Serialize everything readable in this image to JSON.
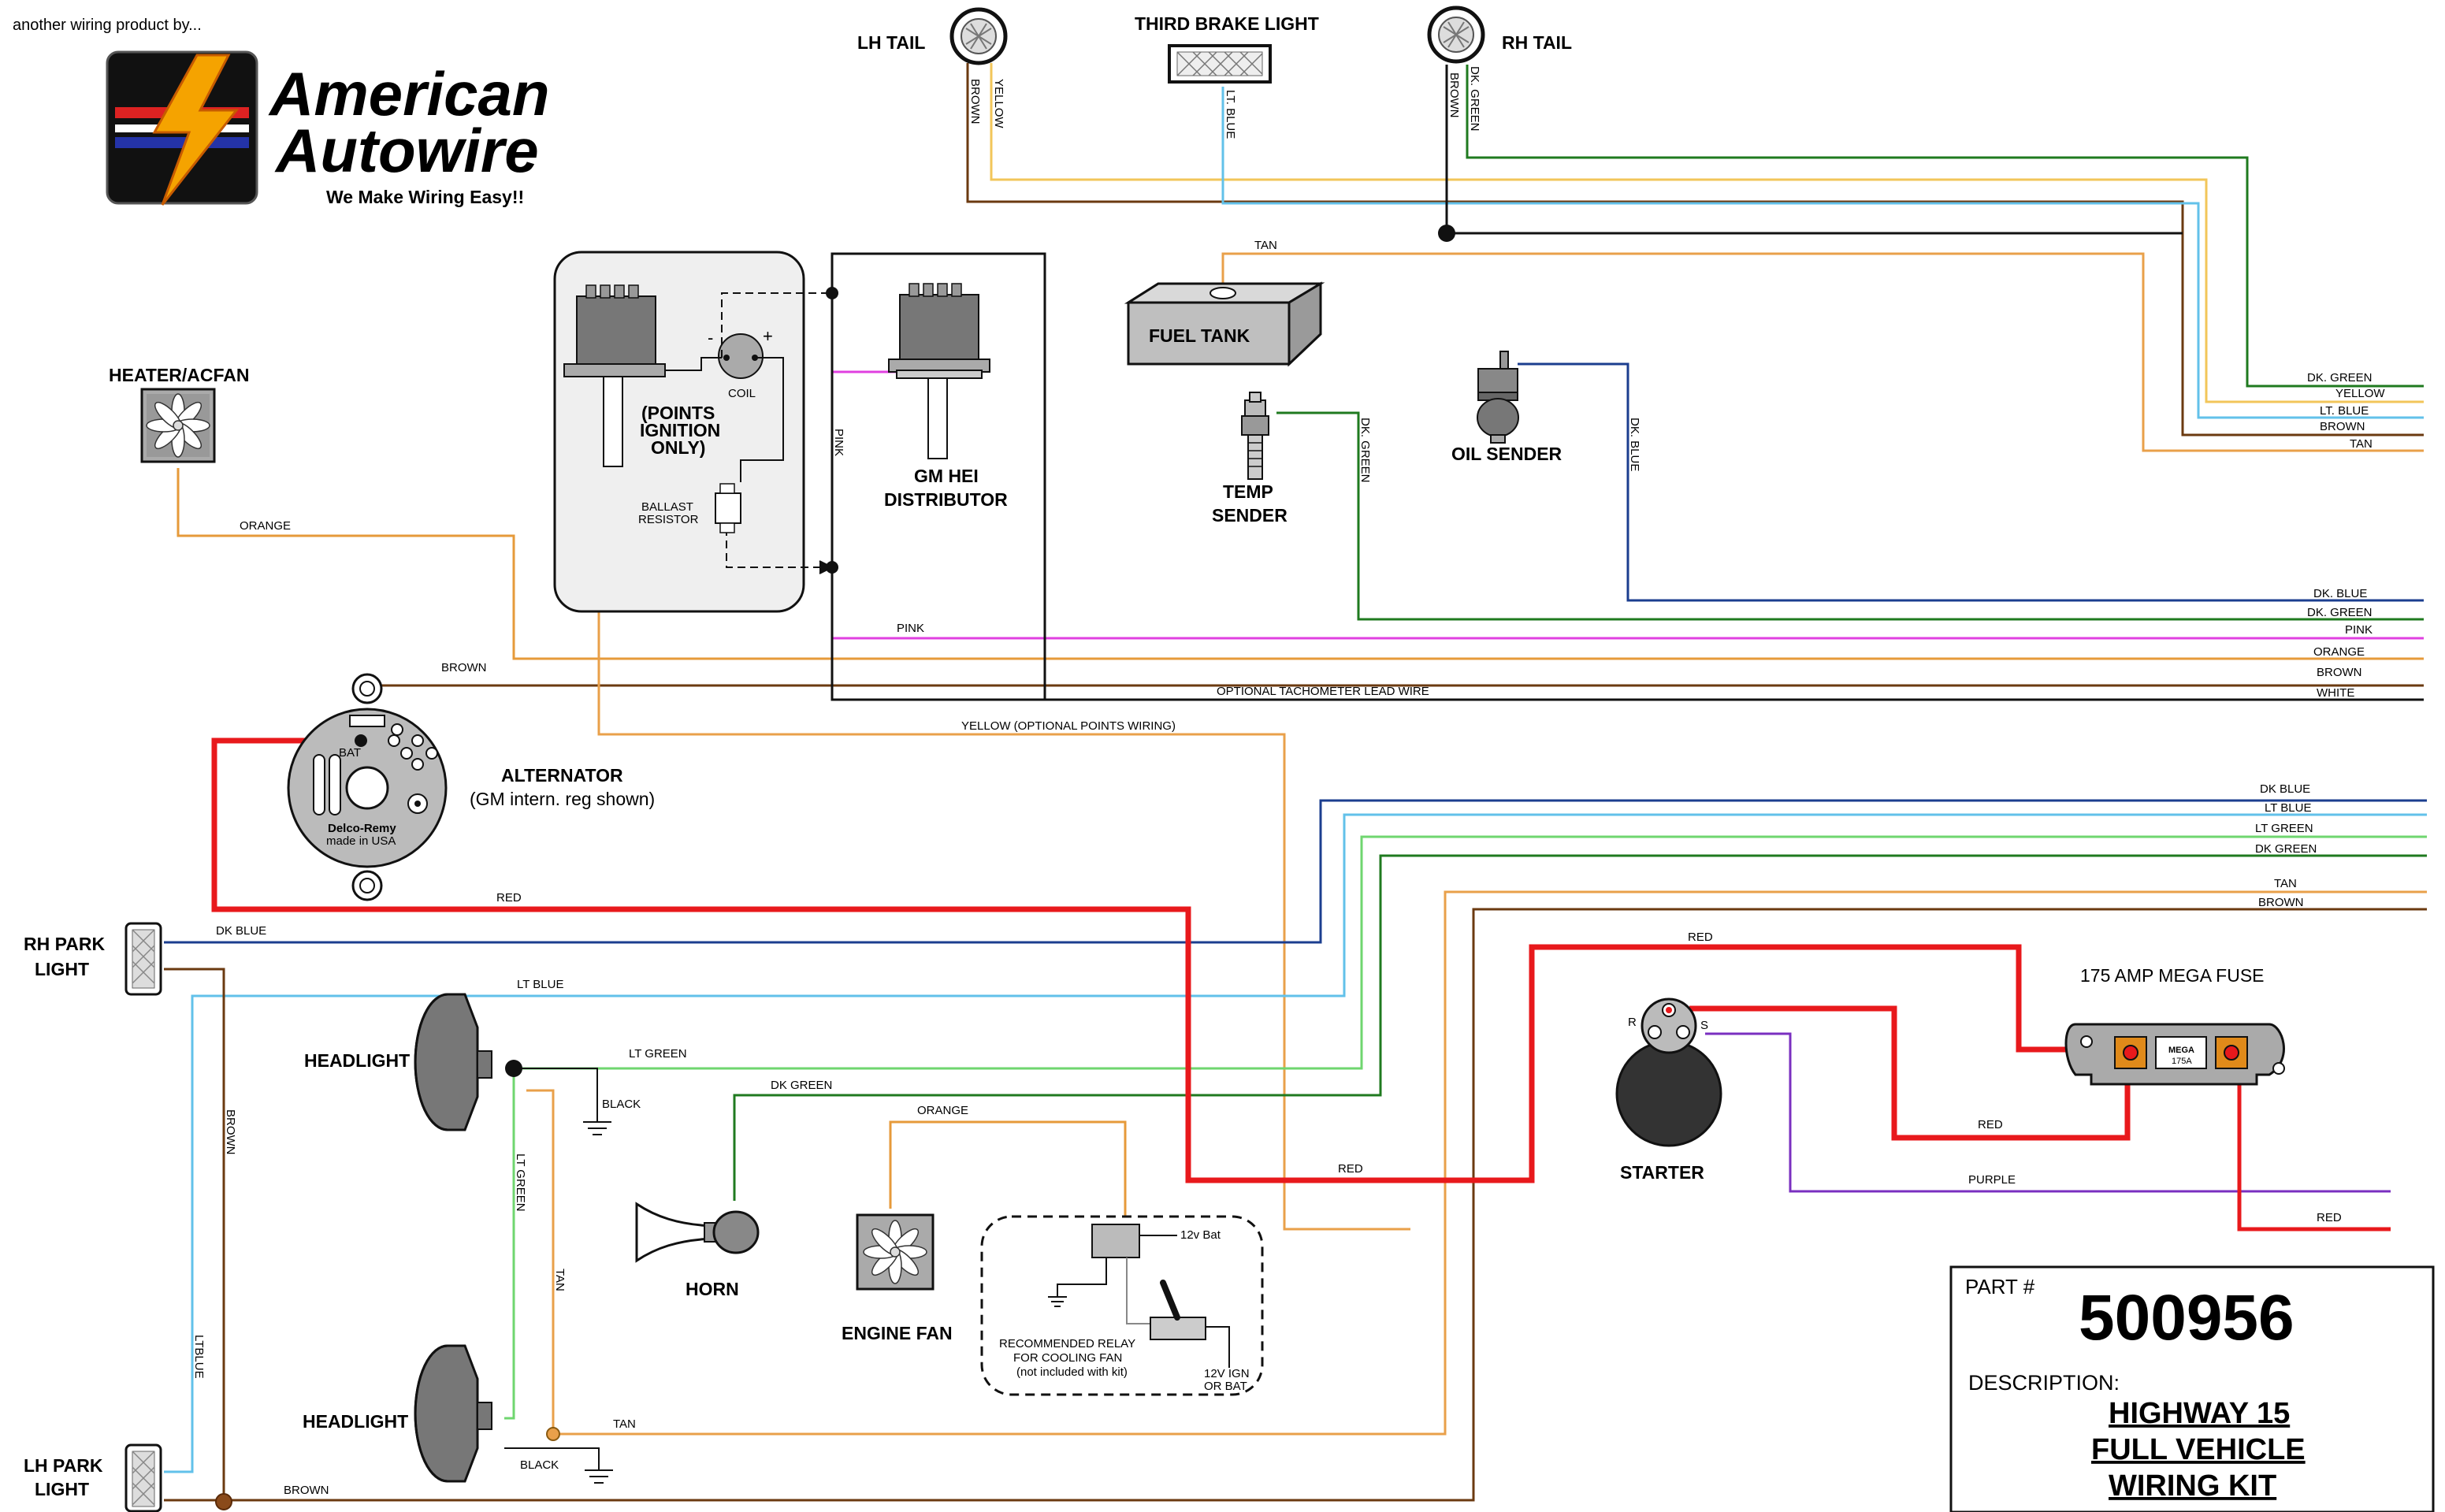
{
  "header": {
    "tagline": "another wiring product by...",
    "brand_line1": "American",
    "brand_line2": "Autowire",
    "slogan": "We Make Wiring Easy!!"
  },
  "components": {
    "lh_tail": "LH TAIL",
    "third_brake": "THIRD BRAKE LIGHT",
    "rh_tail": "RH TAIL",
    "fuel_tank": "FUEL TANK",
    "temp_sender_1": "TEMP",
    "temp_sender_2": "SENDER",
    "oil_sender": "OIL SENDER",
    "heater_fan": "HEATER/ACFAN",
    "coil": "COIL",
    "points_1": "(POINTS",
    "points_2": "IGNITION",
    "points_3": "ONLY)",
    "ballast_1": "BALLAST",
    "ballast_2": "RESISTOR",
    "distributor_1": "GM HEI",
    "distributor_2": "DISTRIBUTOR",
    "alternator": "ALTERNATOR",
    "alternator_note": "(GM intern. reg shown)",
    "alt_bat": "BAT",
    "alt_brand": "Delco-Remy",
    "alt_made": "made in USA",
    "rh_park_1": "RH PARK",
    "rh_park_2": "LIGHT",
    "lh_park_1": "LH PARK",
    "lh_park_2": "LIGHT",
    "headlight": "HEADLIGHT",
    "horn": "HORN",
    "engine_fan": "ENGINE FAN",
    "starter": "STARTER",
    "starter_r": "R",
    "starter_s": "S",
    "mega_fuse": "175 AMP MEGA FUSE",
    "fuse_label_1": "MEGA",
    "fuse_label_2": "175A",
    "relay_note_1": "RECOMMENDED RELAY",
    "relay_note_2": "FOR COOLING FAN",
    "relay_note_3": "(not included with kit)",
    "relay_12v_bat": "12v Bat",
    "relay_12v_ign_1": "12V IGN",
    "relay_12v_ign_2": "OR BAT"
  },
  "wire_labels": {
    "brown": "BROWN",
    "yellow": "YELLOW",
    "lt_blue_dot": "LT. BLUE",
    "dk_green_dot": "DK. GREEN",
    "dk_blue_dot": "DK. BLUE",
    "tan": "TAN",
    "pink": "PINK",
    "orange": "ORANGE",
    "white": "WHITE",
    "tach": "OPTIONAL TACHOMETER LEAD WIRE",
    "yellow_points": "YELLOW (OPTIONAL POINTS WIRING)",
    "red": "RED",
    "dk_blue": "DK BLUE",
    "lt_blue": "LT BLUE",
    "lt_green": "LT GREEN",
    "dk_green": "DK GREEN",
    "black": "BLACK",
    "purple": "PURPLE",
    "lt_blue_nospace": "LTBLUE"
  },
  "part": {
    "label": "PART #",
    "number": "500956",
    "desc_label": "DESCRIPTION:",
    "desc_1": "HIGHWAY 15",
    "desc_2": "FULL VEHICLE",
    "desc_3": "WIRING KIT"
  },
  "wire_colors": {
    "brown": "#6b3a10",
    "yellow": "#f2c65a",
    "lt_blue": "#62c1ea",
    "dk_green": "#1f7a1f",
    "dk_blue": "#1b3e8f",
    "tan": "#e9a04a",
    "pink": "#e040e0",
    "orange": "#e69a3a",
    "white": "#111111",
    "red": "#e8191c",
    "lt_green": "#6fd66f",
    "purple": "#7a2fc0"
  }
}
